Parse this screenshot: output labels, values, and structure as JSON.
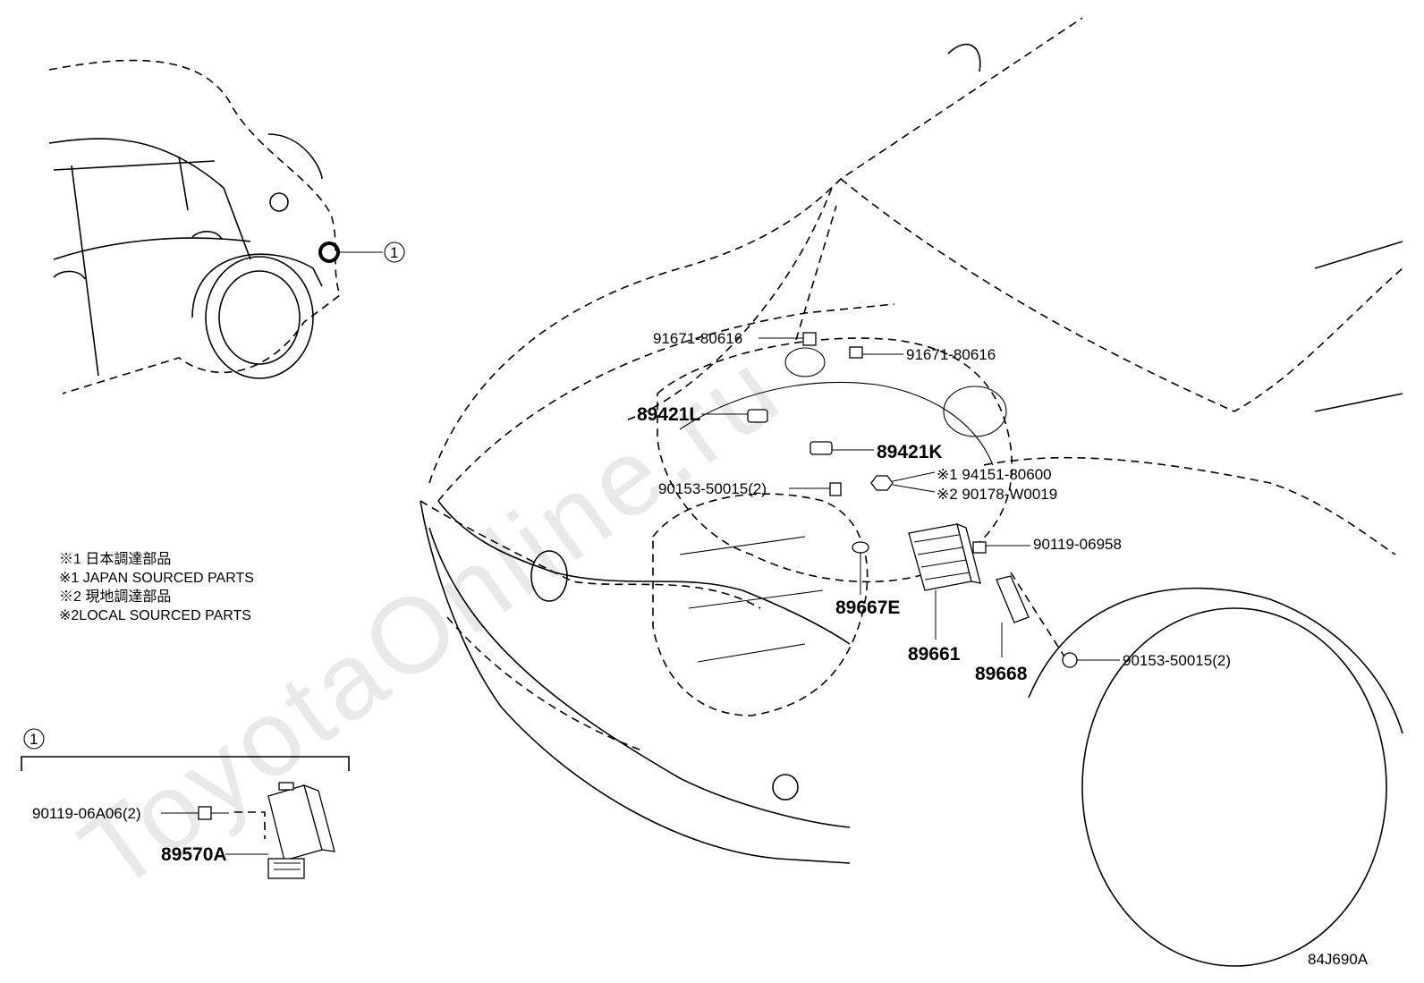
{
  "watermark": "ToyotaOnline.ru",
  "diagram_code": "84J690A",
  "callout_ref": "1",
  "notes": [
    "※1 日本調達部品",
    "※1 JAPAN SOURCED PARTS",
    "※2 現地調達部品",
    "※2LOCAL SOURCED PARTS"
  ],
  "parts": {
    "p91671_a": "91671-80616",
    "p91671_b": "91671-80616",
    "p89421L": "89421L",
    "p89421K": "89421K",
    "p94151": "※1 94151-80600",
    "p90178": "※2 90178-W0019",
    "p90153_a": "90153-50015(2)",
    "p90119_06958": "90119-06958",
    "p89667E": "89667E",
    "p89661": "89661",
    "p89668": "89668",
    "p90153_b": "90153-50015(2)",
    "p90119_06A06": "90119-06A06(2)",
    "p89570A": "89570A"
  }
}
